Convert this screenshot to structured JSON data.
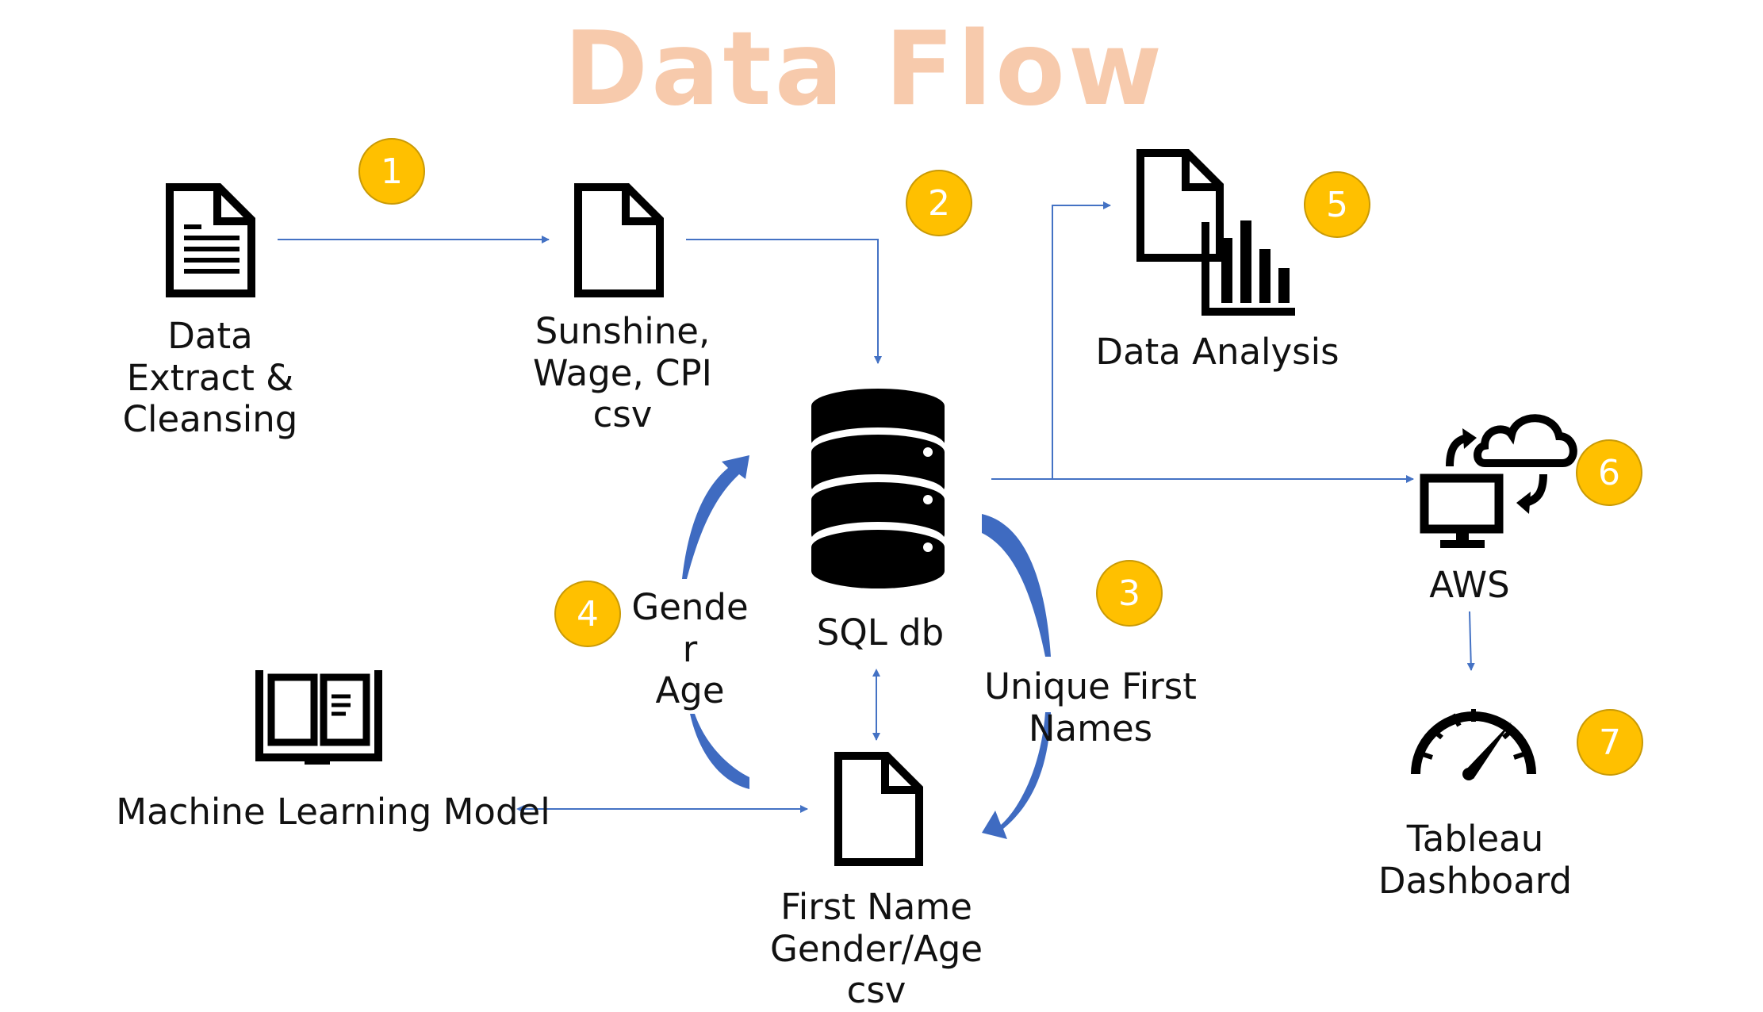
{
  "title": "Data Flow",
  "colors": {
    "title": "#f7caac",
    "badge": "#ffc000",
    "connector": "#4472c4",
    "curved_arrow": "#3f6bc1",
    "icon": "#000000"
  },
  "nodes": [
    {
      "id": "extract",
      "icon": "document-lines-icon",
      "label": "Data\nExtract &\nCleansing"
    },
    {
      "id": "csv1",
      "icon": "document-icon",
      "label": "Sunshine,\nWage, CPI\ncsv"
    },
    {
      "id": "sqldb",
      "icon": "database-icon",
      "label": "SQL db"
    },
    {
      "id": "analysis",
      "icon": "document-bar-chart-icon",
      "label": "Data Analysis"
    },
    {
      "id": "aws",
      "icon": "cloud-computer-sync-icon",
      "label": "AWS"
    },
    {
      "id": "tableau",
      "icon": "speedometer-icon",
      "label": "Tableau\nDashboard"
    },
    {
      "id": "csv2",
      "icon": "document-icon",
      "label": "First Name\nGender/Age\ncsv"
    },
    {
      "id": "ml",
      "icon": "open-book-icon",
      "label": "Machine Learning Model"
    }
  ],
  "annotations": {
    "gender_age": "Gende\nr\nAge",
    "unique_names": "Unique First Names"
  },
  "steps": [
    "1",
    "2",
    "3",
    "4",
    "5",
    "6",
    "7"
  ]
}
